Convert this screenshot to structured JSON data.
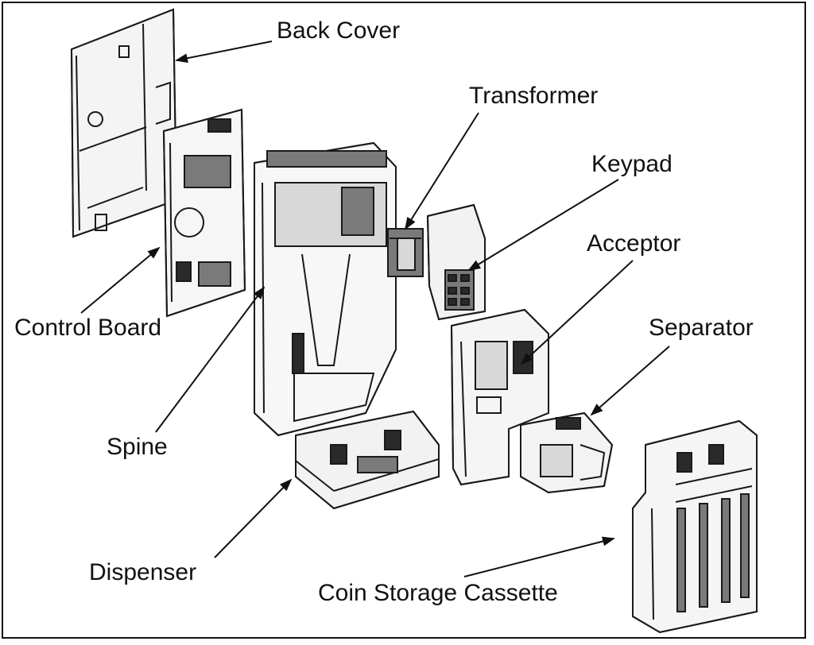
{
  "labels": {
    "back_cover": "Back Cover",
    "transformer": "Transformer",
    "keypad": "Keypad",
    "acceptor": "Acceptor",
    "control_board": "Control Board",
    "separator": "Separator",
    "spine": "Spine",
    "dispenser": "Dispenser",
    "coin_storage_cassette": "Coin Storage Cassette"
  }
}
